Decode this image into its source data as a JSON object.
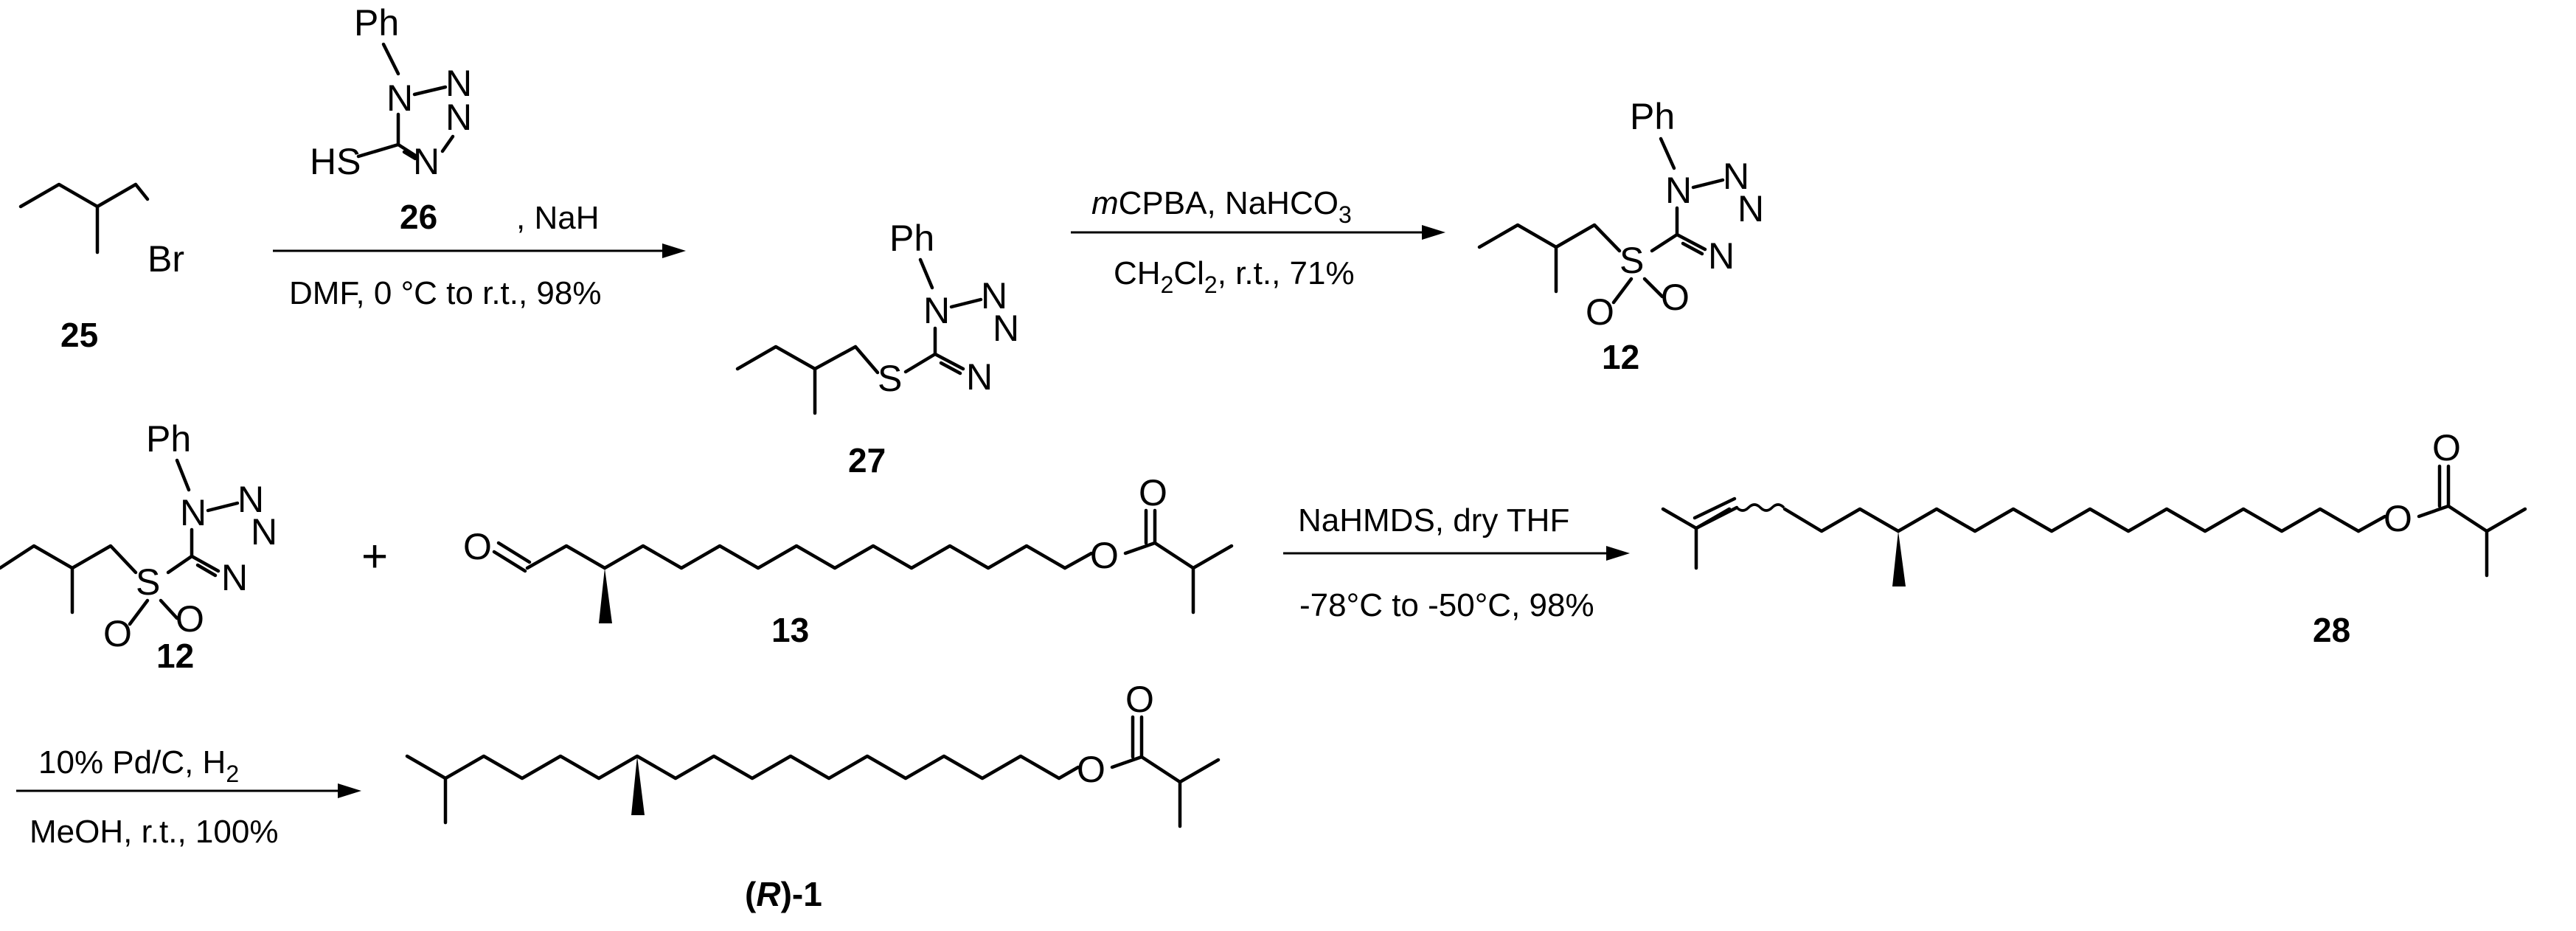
{
  "atoms": {
    "ph": "Ph",
    "n1": "N",
    "n2": "N",
    "br": "Br",
    "hs": "HS",
    "s": "S",
    "o": "O"
  },
  "compounds": {
    "c25": "25",
    "c26": "26",
    "c27": "27",
    "c12": "12",
    "c13": "13",
    "c28": "28",
    "r1_paren_open": "(",
    "r1_italic": "R",
    "r1_rest": ")-1"
  },
  "step1": {
    "reagent_after_26": ", NaH",
    "conditions": "DMF, 0 °C to r.t., 98%"
  },
  "step2": {
    "reagent_italic": "m",
    "reagent_main": "CPBA, NaHCO",
    "reagent_sub": "3",
    "conditions_pre": "CH",
    "conditions_sub1": "2",
    "conditions_mid": "Cl",
    "conditions_sub2": "2",
    "conditions_post": ", r.t., 71%"
  },
  "step3": {
    "reagent": "NaHMDS, dry THF",
    "conditions": "-78°C to -50°C, 98%"
  },
  "step4": {
    "reagent_main": "10% Pd/C, H",
    "reagent_sub": "2",
    "conditions": "MeOH, r.t., 100%"
  },
  "plus_sign": "+"
}
